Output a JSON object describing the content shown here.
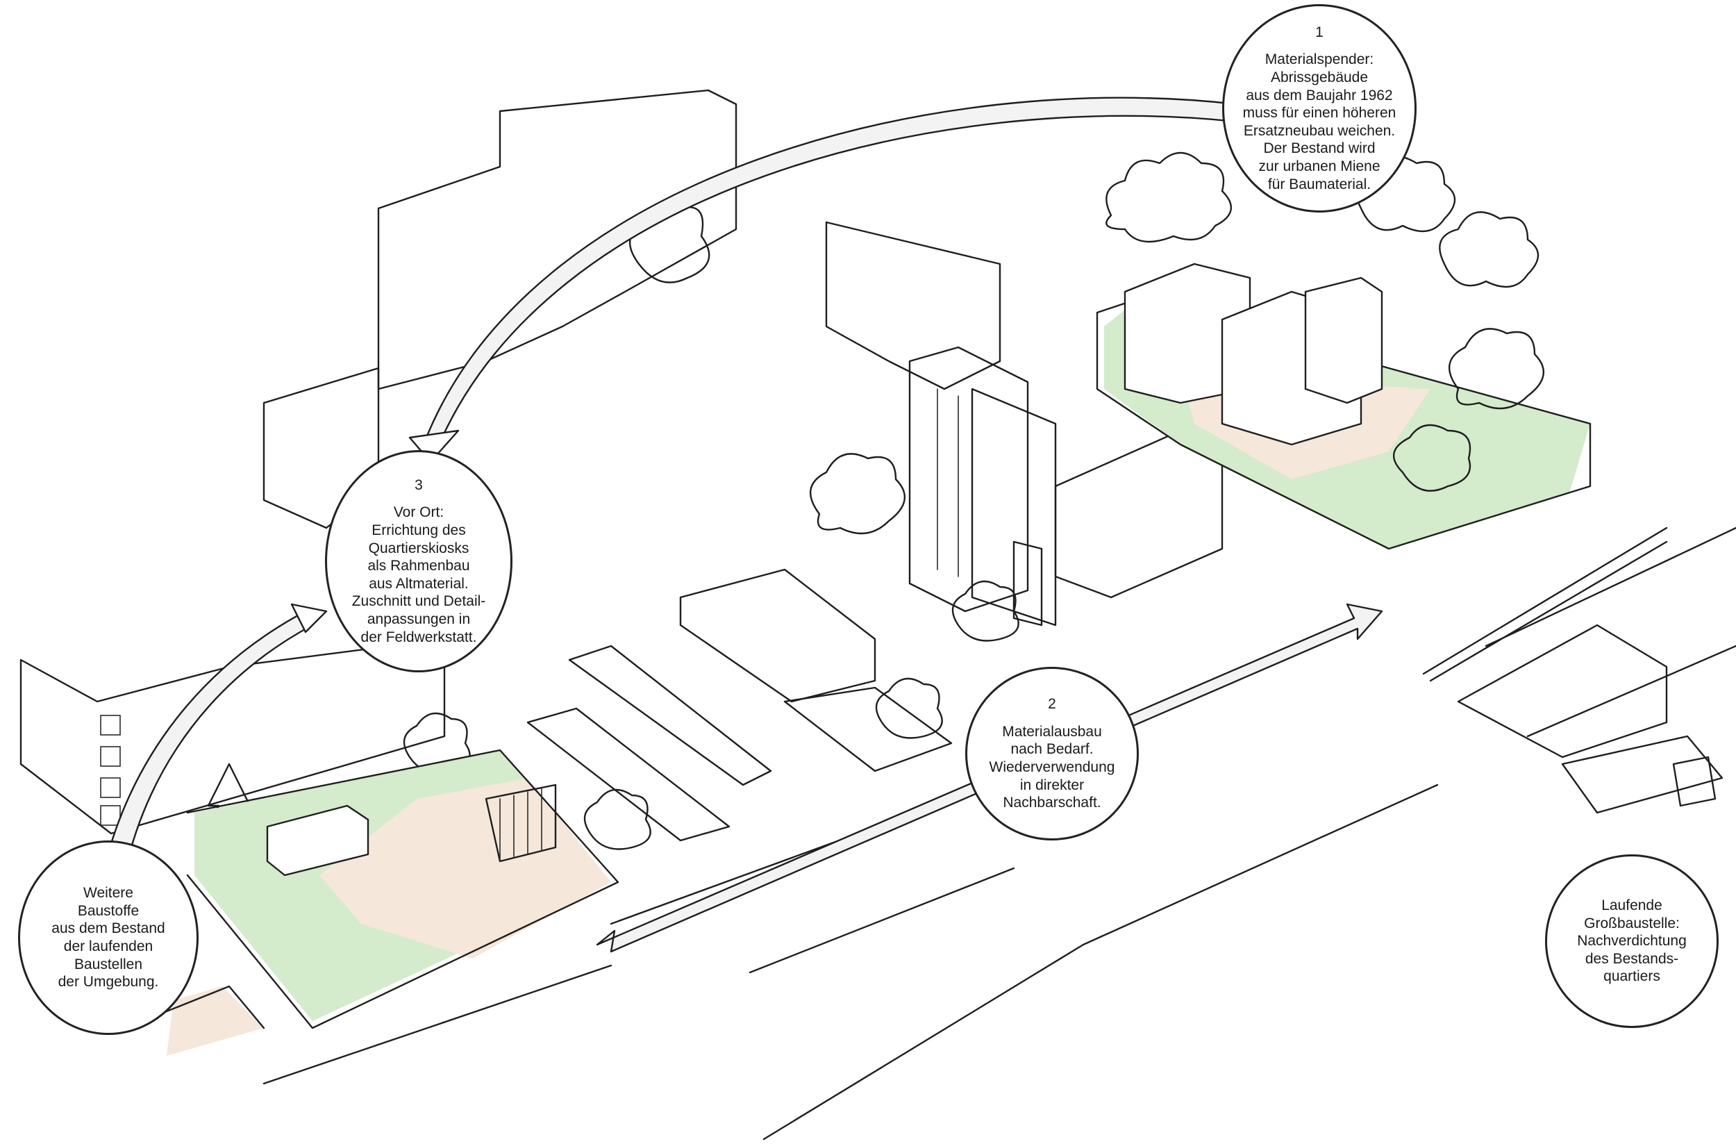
{
  "colors": {
    "ink": "#1e1e1e",
    "green_area": "#d4ebcc",
    "sand_area": "#f5e7da",
    "arrow_fill": "#f3f3f3",
    "background": "#ffffff"
  },
  "callouts": [
    {
      "number": "1",
      "text": "Materialspender:\nAbrissgebäude\naus dem Baujahr 1962\nmuss für einen höheren\nErsatzneubau weichen.\nDer Bestand wird\nzur urbanen Miene\nfür Baumaterial."
    },
    {
      "number": "2",
      "text": "Materialausbau\nnach Bedarf.\nWiederverwendung\nin direkter\nNachbarschaft."
    },
    {
      "number": "3",
      "text": "Vor Ort:\nErrichtung des\nQuartierskiosks\nals Rahmenbau\naus Altmaterial.\nZuschnitt und Detail-\nanpassungen in\nder Feldwerkstatt."
    },
    {
      "number": "",
      "text": "Weitere\nBaustoffe\naus dem Bestand\nder laufenden\nBaustellen\nder Umgebung."
    },
    {
      "number": "",
      "text": "Laufende\nGroßbaustelle:\nNachverdichtung\ndes Bestands-\nquartiers"
    }
  ]
}
